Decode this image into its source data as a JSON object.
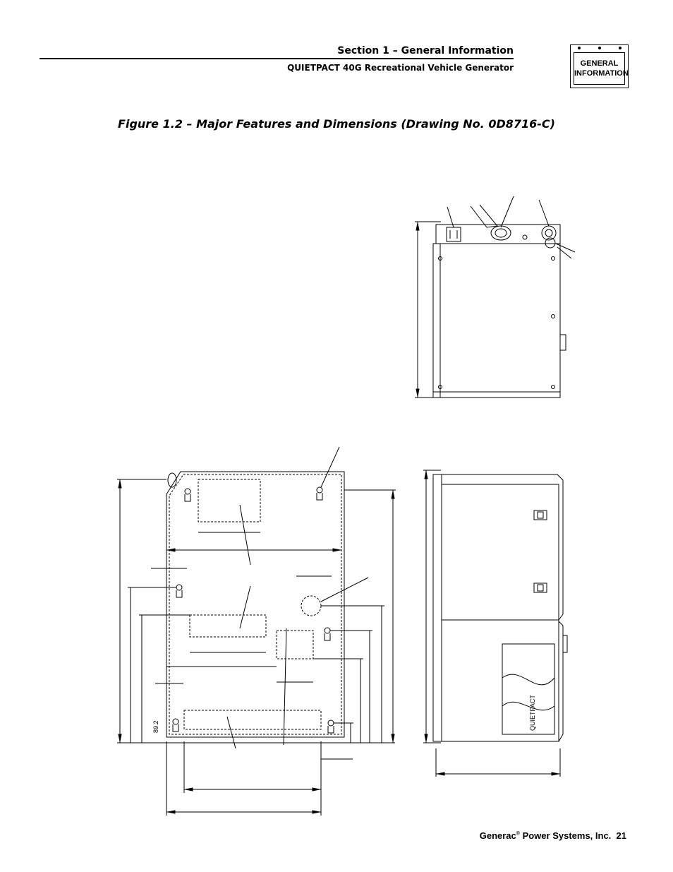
{
  "header": {
    "section_title": "Section 1 – General Information",
    "subtitle": "QUIETPACT 40G Recreational Vehicle Generator"
  },
  "tab": {
    "label": "GENERAL\nINFORMATION"
  },
  "figure": {
    "caption": "Figure 1.2 – Major Features and Dimensions (Drawing No. 0D8716-C)",
    "dimension_label": "89.2",
    "product_label": "QUIETPACT"
  },
  "footer": {
    "company": "Generac",
    "registered_mark": "®",
    "company_suffix": " Power Systems, Inc.",
    "page_number": "21"
  }
}
